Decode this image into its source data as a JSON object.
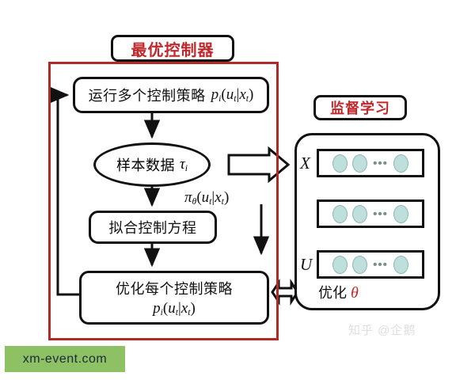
{
  "diagram": {
    "left_panel": {
      "title": "最优控制器",
      "frame_color": "#b02a2a",
      "boxes": [
        {
          "id": "run-policies",
          "text_cn": "运行多个控制策略",
          "formula": "p_i(u_t|x_t)"
        },
        {
          "id": "sample-data",
          "text_cn": "样本数据",
          "formula": "τ_i"
        },
        {
          "id": "fit-dynamics",
          "text_cn": "拟合控制方程",
          "formula": ""
        },
        {
          "id": "optimize-policies",
          "text_cn": "优化每个控制策略",
          "formula": "p_i(u_t|x_t)"
        }
      ],
      "transfer_label": "π_θ(u_t|x_t)"
    },
    "right_panel": {
      "title": "监督学习",
      "footer_cn": "优化",
      "footer_symbol": "θ",
      "footer_symbol_color": "#c0282d",
      "input_label": "X",
      "output_label": "U",
      "neuron_color": "#bedfdb",
      "neuron_border": "#8fb6b2",
      "layers": [
        {
          "name": "input",
          "label": "X",
          "neurons": 3,
          "ellipsis": "•••"
        },
        {
          "name": "hidden",
          "label": "",
          "neurons": 3,
          "ellipsis": "•••"
        },
        {
          "name": "output",
          "label": "U",
          "neurons": 3,
          "ellipsis": "•••"
        }
      ]
    },
    "formula_parts": {
      "p": "p",
      "u": "u",
      "x": "x",
      "i": "i",
      "t": "t",
      "pi": "π",
      "theta": "θ",
      "tau": "τ",
      "bar": "|",
      "lparen": "(",
      "rparen": ")"
    }
  },
  "watermarks": {
    "badge": "xm-event.com",
    "badge_bg": "#8dc163",
    "zhihu": "知乎 @企鹅"
  }
}
